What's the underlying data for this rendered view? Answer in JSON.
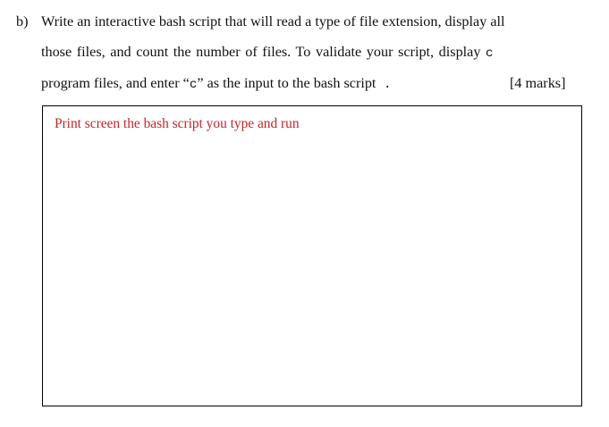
{
  "page": {
    "background": "#ffffff",
    "text_color": "#111111"
  },
  "question": {
    "marker": "b)",
    "lines": [
      {
        "id": "line-1",
        "text": "Write an interactive bash script that will read a type of file extension, display all"
      },
      {
        "id": "line-2",
        "text_before_code": "those files, and count the number of files.  To validate your script, display ",
        "code": "c"
      },
      {
        "id": "line-3",
        "text_before_code": "program files, and enter “",
        "code": "c",
        "text_middle": "” as the input to the bash script",
        "code_end": " ."
      }
    ],
    "marks": "[4 marks]"
  },
  "answer_area": {
    "hint_text": "Print screen the bash script you type and run",
    "hint_color": "#C0252B",
    "border_color": "#000000"
  }
}
